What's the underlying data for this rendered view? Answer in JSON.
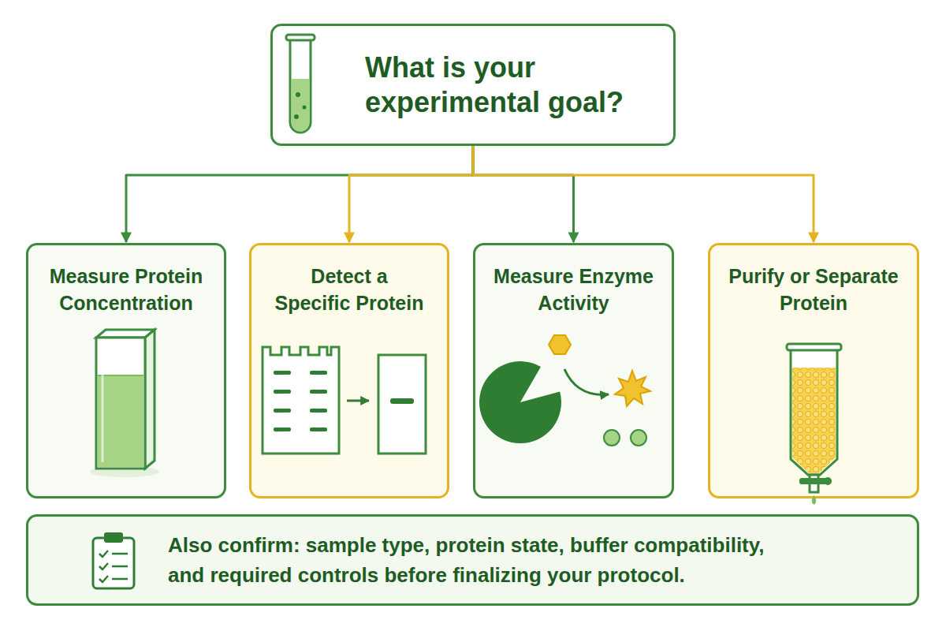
{
  "diagram": {
    "nodes": [
      {
        "text": [
          "What is your experimental goal?"
        ]
      },
      {
        "text": [
          "Measure Protein Concentration"
        ]
      },
      {
        "text": [
          "Detect a Specific Protein"
        ]
      },
      {
        "text": [
          "Measure Enzyme Activity"
        ]
      },
      {
        "text": [
          "Purify or Separate Protein"
        ]
      },
      {
        "text": [
          "Also confirm: sample type, protein state, buffer compatibility, and required controls before finalizing your protocol."
        ]
      }
    ],
    "edges": [
      {
        "from": 0,
        "to": 1,
        "arrow": "to"
      },
      {
        "from": 0,
        "to": 2,
        "arrow": "to"
      },
      {
        "from": 0,
        "to": 3,
        "arrow": "to"
      },
      {
        "from": 0,
        "to": 4,
        "arrow": "to"
      }
    ]
  }
}
